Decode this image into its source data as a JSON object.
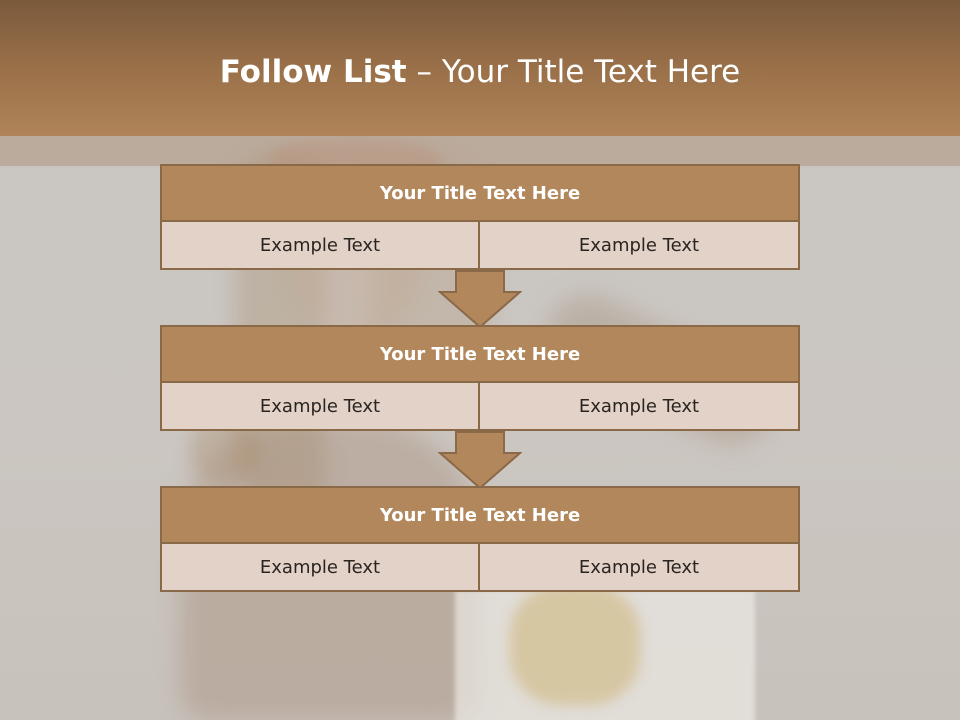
{
  "slide": {
    "title_bold": "Follow List",
    "title_rest": " – Your Title Text Here"
  },
  "steps": [
    {
      "heading": "Your Title Text Here",
      "left": "Example Text",
      "right": "Example Text"
    },
    {
      "heading": "Your Title Text Here",
      "left": "Example Text",
      "right": "Example Text"
    },
    {
      "heading": "Your Title Text Here",
      "left": "Example Text",
      "right": "Example Text"
    }
  ],
  "colors": {
    "header_top": "#7a5a3c",
    "header_bottom": "#b08458",
    "card_head": "#b3875c",
    "card_body": "#e2d2c8",
    "border": "#8a6948",
    "arrow_fill": "#b3875c"
  }
}
